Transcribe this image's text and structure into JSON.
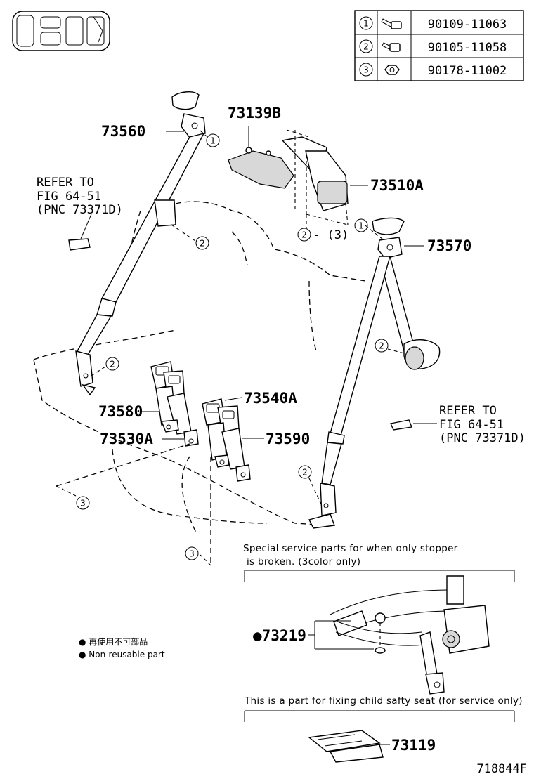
{
  "parts_table": [
    {
      "ref": "1",
      "part_no": "90109-11063"
    },
    {
      "ref": "2",
      "part_no": "90105-11058"
    },
    {
      "ref": "3",
      "part_no": "90178-11002"
    }
  ],
  "callouts": {
    "p73560": "73560",
    "p73139b": "73139B",
    "p73510a": "73510A",
    "p73570": "73570",
    "p73580": "73580",
    "p73540a": "73540A",
    "p73530a": "73530A",
    "p73590": "73590",
    "p73219": "●73219",
    "p73119": "73119",
    "fasteners_23": "- (3)"
  },
  "refer_left": {
    "line1": "REFER TO",
    "line2": "FIG 64-51",
    "line3": "(PNC 73371D)"
  },
  "refer_right": {
    "line1": "REFER TO",
    "line2": "FIG 64-51",
    "line3": "(PNC 73371D)"
  },
  "notes": {
    "special_line1": "Special service parts for when only stopper",
    "special_line2": "is broken. (3color only)",
    "child_seat": "This is a part for fixing child safty seat (for service only)",
    "legend_jp": "● 再使用不可部品",
    "legend_en": "● Non-reusable part"
  },
  "circle_refs": {
    "one": "1",
    "two": "2",
    "three": "3"
  },
  "figure_id": "718844F"
}
